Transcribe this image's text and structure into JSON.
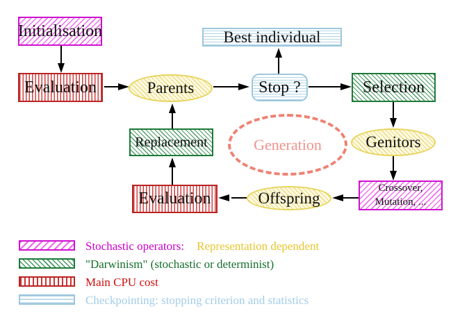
{
  "diagram": {
    "nodes": {
      "initialisation": {
        "label": "Initialisation",
        "style": "magenta-diagonal-hatch"
      },
      "evaluation_top": {
        "label": "Evaluation",
        "style": "red-vertical-stripes"
      },
      "parents": {
        "label": "Parents",
        "style": "yellow-hatched-ellipse"
      },
      "best_individual": {
        "label": "Best individual",
        "style": "cyan-horizontal-stripes"
      },
      "stop": {
        "label": "Stop ?",
        "style": "cyan-horizontal-stripes-rounded"
      },
      "selection": {
        "label": "Selection",
        "style": "green-diagonal-hatch"
      },
      "replacement": {
        "label": "Replacement",
        "style": "green-diagonal-hatch"
      },
      "generation": {
        "label": "Generation",
        "style": "salmon-dashed-ellipse"
      },
      "genitors": {
        "label": "Genitors",
        "style": "yellow-hatched-ellipse"
      },
      "crossover_mutation": {
        "line1": "Crossover,",
        "line2": "Mutation, ...",
        "style": "magenta-diagonal-hatch"
      },
      "evaluation_bottom": {
        "label": "Evaluation",
        "style": "red-vertical-stripes"
      },
      "offspring": {
        "label": "Offspring",
        "style": "yellow-hatched-ellipse"
      }
    },
    "edges": [
      {
        "from": "Initialisation",
        "to": "Evaluation (top)"
      },
      {
        "from": "Evaluation (top)",
        "to": "Parents"
      },
      {
        "from": "Parents",
        "to": "Stop ?"
      },
      {
        "from": "Stop ?",
        "to": "Best individual"
      },
      {
        "from": "Stop ?",
        "to": "Selection"
      },
      {
        "from": "Selection",
        "to": "Genitors"
      },
      {
        "from": "Genitors",
        "to": "Crossover, Mutation, ..."
      },
      {
        "from": "Crossover, Mutation, ...",
        "to": "Offspring"
      },
      {
        "from": "Offspring",
        "to": "Evaluation (bottom)"
      },
      {
        "from": "Evaluation (bottom)",
        "to": "Replacement"
      },
      {
        "from": "Replacement",
        "to": "Parents"
      }
    ]
  },
  "legend": {
    "items": [
      {
        "swatch": "magenta-diagonal-hatch",
        "text": "Stochastic operators:",
        "text2": "Representation dependent"
      },
      {
        "swatch": "green-diagonal-hatch",
        "text": "\"Darwinism\" (stochastic or determinist)"
      },
      {
        "swatch": "red-vertical-stripes",
        "text": "Main CPU cost"
      },
      {
        "swatch": "cyan-horizontal-stripes",
        "text": "Checkpointing: stopping criterion and statistics"
      }
    ]
  },
  "colors": {
    "stochastic_magenta": "#cc00cc",
    "representation_yellow": "#e8c52d",
    "darwinism_green": "#156f2c",
    "cpu_red": "#cc1111",
    "checkpoint_cyan": "#a3cde8",
    "generation_salmon": "#ee8273",
    "yellow_ellipse_border": "#e7d45a",
    "arrow_black": "#000000"
  }
}
